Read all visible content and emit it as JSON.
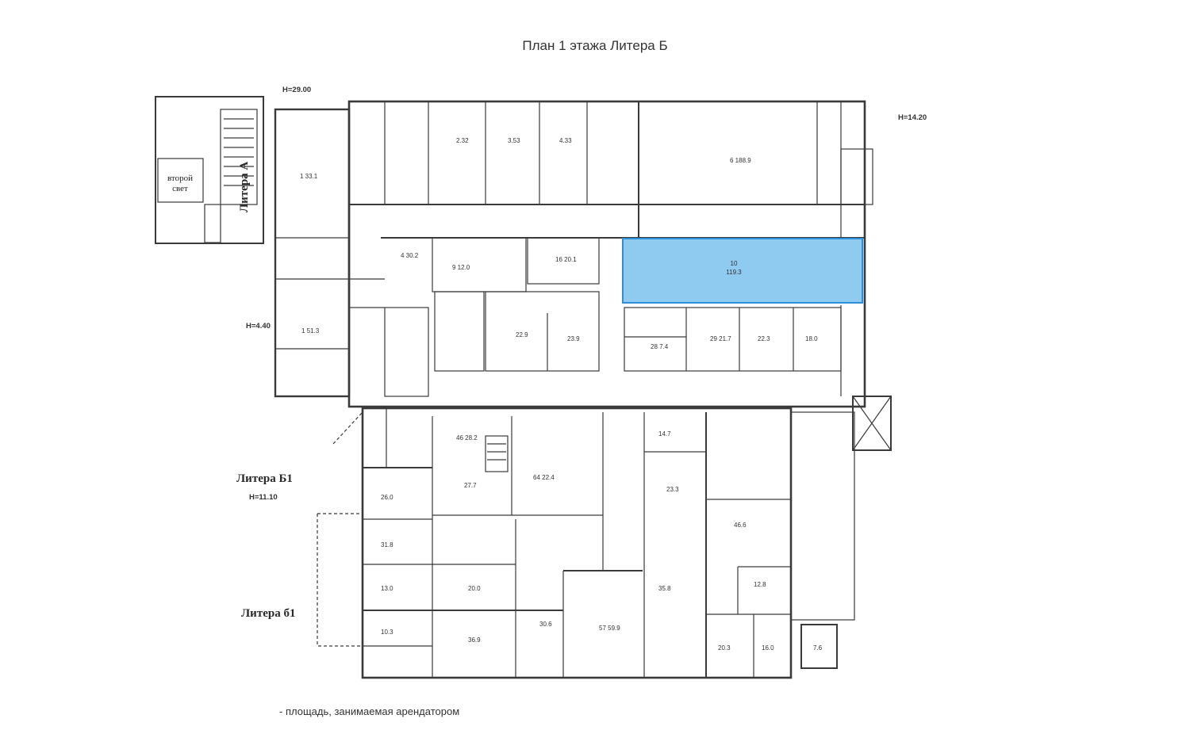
{
  "title": "План 1 этажа  Литера Б",
  "labels": {
    "litera_a": "Литера А",
    "litera_b1": "Литера Б1",
    "litera_b1_lower": "Литера б1",
    "second_light_line1": "второй",
    "second_light_line2": "свет"
  },
  "height_marks": {
    "h_29": "Н=29.00",
    "h_14": "Н=14.20",
    "h_4": "Н=4.40",
    "h_11": "Н=11.10"
  },
  "highlight": {
    "room": "10",
    "area": "119.3",
    "color": "#8fcaf0",
    "border": "#2d8fd8"
  },
  "legend": {
    "text": "- площадь, занимаемая арендатором"
  },
  "colors": {
    "line": "#3a3a3a",
    "wall": "#2b2b2b",
    "background": "#ffffff"
  }
}
